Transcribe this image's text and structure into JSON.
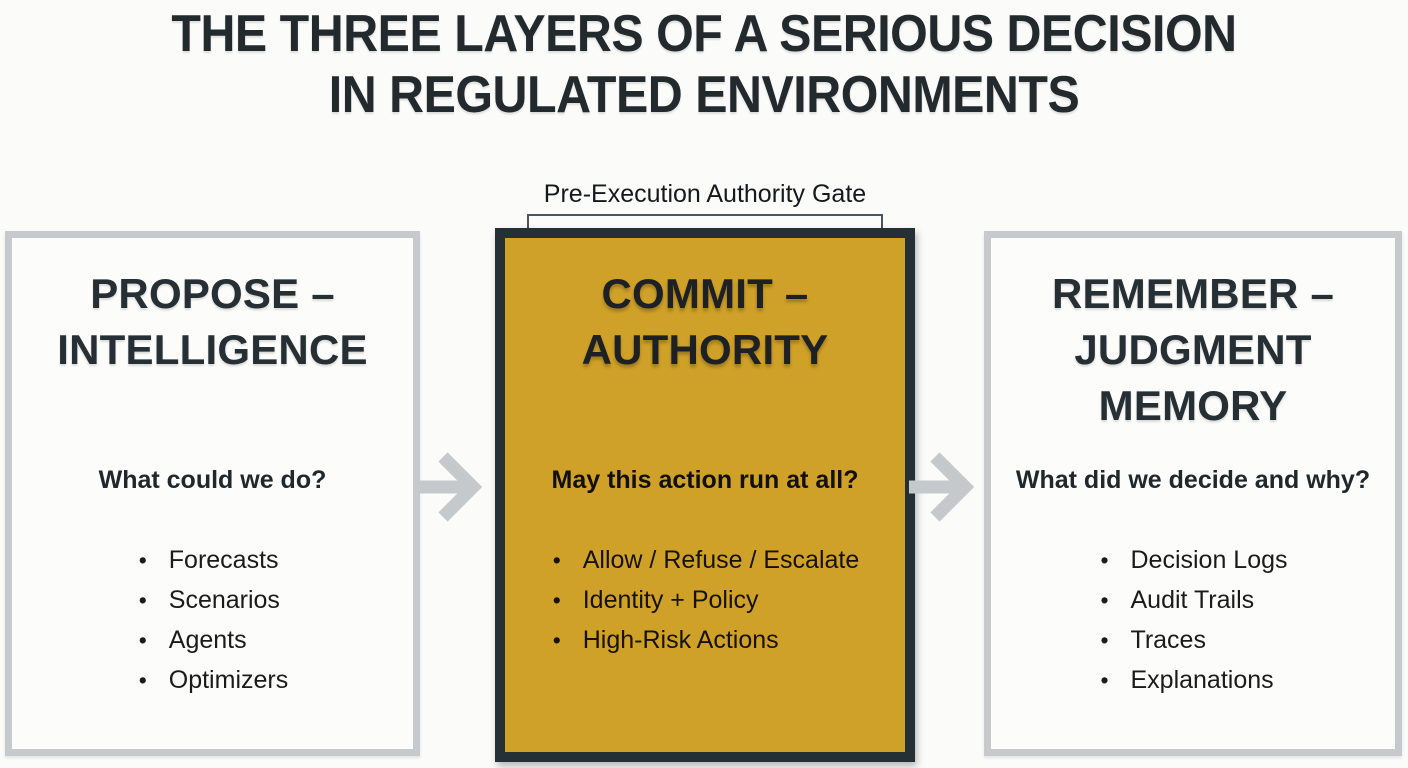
{
  "title": "THE THREE LAYERS OF A SERIOUS DECISION\nIN REGULATED ENVIRONMENTS",
  "gate": {
    "label": "Pre-Execution Authority Gate"
  },
  "boxes": [
    {
      "id": "propose",
      "heading": "PROPOSE –\nINTELLIGENCE",
      "question": "What could we do?",
      "bullets": [
        "Forecasts",
        "Scenarios",
        "Agents",
        "Optimizers"
      ]
    },
    {
      "id": "commit",
      "heading": "COMMIT –\nAUTHORITY",
      "question": "May this action run at all?",
      "bullets": [
        "Allow / Refuse / Escalate",
        "Identity + Policy",
        "High-Risk Actions"
      ]
    },
    {
      "id": "remember",
      "heading": "REMEMBER –\nJUDGMENT\nMEMORY",
      "question": "What did we decide and why?",
      "bullets": [
        "Decision Logs",
        "Audit Trails",
        "Traces",
        "Explanations"
      ]
    }
  ],
  "icons": {
    "flow_arrow": "right-arrow-chevron"
  },
  "colors": {
    "background": "#fbfbfa",
    "title_text": "#222a2e",
    "accent_gold": "#d0a128",
    "dark_border": "#252f36",
    "light_border": "#c6cacd",
    "arrow_gray": "#c6c9cb",
    "body_text": "#1b1b1b"
  }
}
